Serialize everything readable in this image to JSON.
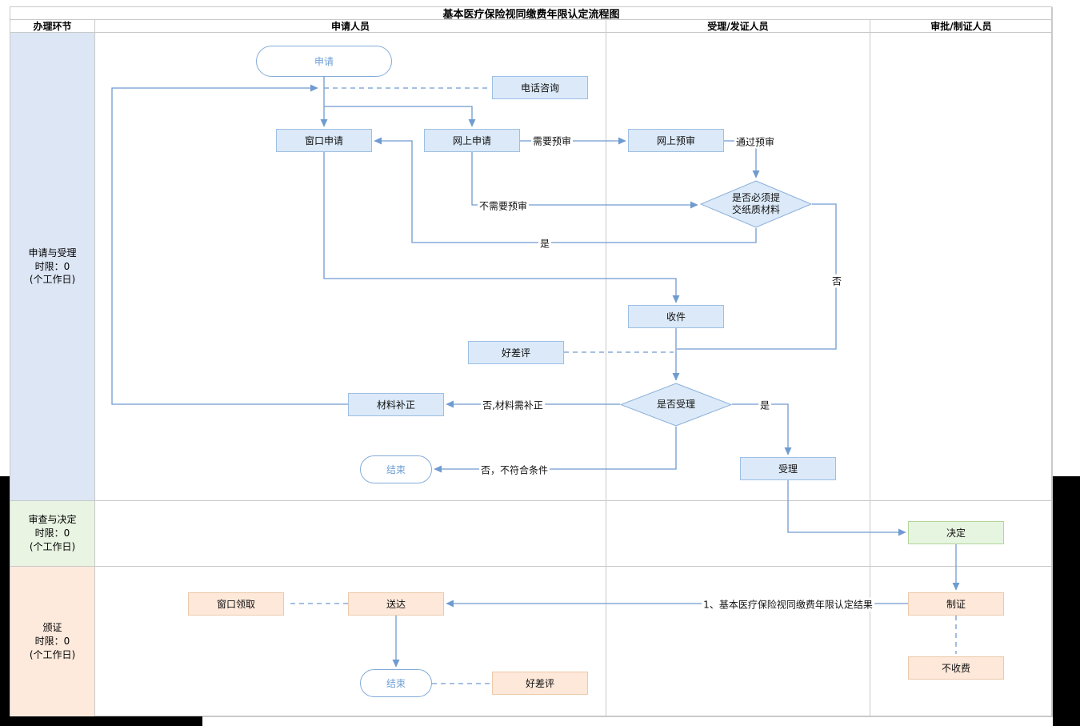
{
  "title": "基本医疗保险视同缴费年限认定流程图",
  "header": {
    "col1": "办理环节",
    "col2": "申请人员",
    "col3": "受理/发证人员",
    "col4": "审批/制证人员"
  },
  "lanes": {
    "lane1": {
      "line1": "申请与受理",
      "line2": "时限：0",
      "line3": "(个工作日)"
    },
    "lane2": {
      "line1": "审查与决定",
      "line2": "时限：0",
      "line3": "(个工作日)"
    },
    "lane3": {
      "line1": "颁证",
      "line2": "时限：0",
      "line3": "(个工作日)"
    }
  },
  "nodes": {
    "apply": "申请",
    "phone_consult": "电话咨询",
    "window_apply": "窗口申请",
    "online_apply": "网上申请",
    "online_preview": "网上预审",
    "paper_decision": "是否必须提交纸质材料",
    "receive": "收件",
    "rating1": "好差评",
    "accept_decision": "是否受理",
    "supplement": "材料补正",
    "accept": "受理",
    "end1": "结束",
    "decide": "决定",
    "certify": "制证",
    "no_fee": "不收费",
    "deliver": "送达",
    "window_pickup": "窗口领取",
    "end2": "结束",
    "rating2": "好差评"
  },
  "edge_labels": {
    "need_preview": "需要预审",
    "pass_preview": "通过预审",
    "no_need_preview": "不需要预审",
    "yes_paper": "是",
    "no_paper": "否",
    "no_need_supplement": "否,材料需补正",
    "yes_accept": "是",
    "no_reject": "否，不符合条件",
    "result": "1、基本医疗保险视同缴费年限认定结果"
  },
  "colors": {
    "arrow_blue": "#6f9bd0",
    "node_blue_fill": "#dbe9f8",
    "node_green_fill": "#e6f5df",
    "node_orange_fill": "#fde8d9",
    "lane1_fill": "#dce6f5",
    "lane2_fill": "#e9f4e3",
    "lane3_fill": "#fdeadd"
  }
}
